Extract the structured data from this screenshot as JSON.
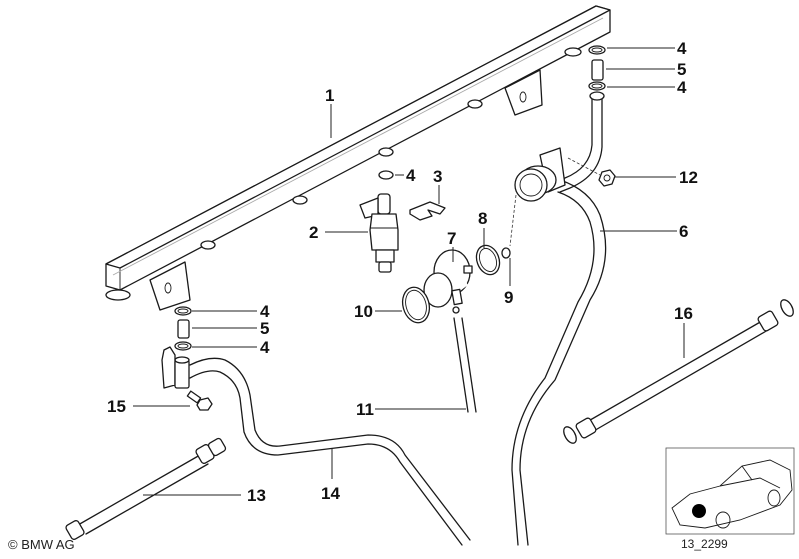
{
  "diagram": {
    "title": "Fuel rail / injector parts diagram",
    "callouts": [
      {
        "id": "c1",
        "label": "1",
        "part": "fuel rail"
      },
      {
        "id": "c2",
        "label": "2",
        "part": "fuel injector"
      },
      {
        "id": "c3",
        "label": "3",
        "part": "retaining clip"
      },
      {
        "id": "c4a",
        "label": "4",
        "part": "o-ring (injector)"
      },
      {
        "id": "c4b",
        "label": "4",
        "part": "o-ring upper right"
      },
      {
        "id": "c5a",
        "label": "5",
        "part": "sleeve upper right"
      },
      {
        "id": "c4c",
        "label": "4",
        "part": "o-ring upper right lower"
      },
      {
        "id": "c4d",
        "label": "4",
        "part": "o-ring lower left"
      },
      {
        "id": "c5b",
        "label": "5",
        "part": "sleeve lower left"
      },
      {
        "id": "c4e",
        "label": "4",
        "part": "o-ring lower left lower"
      },
      {
        "id": "c6",
        "label": "6",
        "part": "fuel return line"
      },
      {
        "id": "c7",
        "label": "7",
        "part": "pressure regulator"
      },
      {
        "id": "c8",
        "label": "8",
        "part": "o-ring large"
      },
      {
        "id": "c9",
        "label": "9",
        "part": "o-ring small"
      },
      {
        "id": "c10",
        "label": "10",
        "part": "clamp ring"
      },
      {
        "id": "c11",
        "label": "11",
        "part": "vacuum hose"
      },
      {
        "id": "c12",
        "label": "12",
        "part": "hex nut"
      },
      {
        "id": "c13",
        "label": "13",
        "part": "fuel hose left"
      },
      {
        "id": "c14",
        "label": "14",
        "part": "fuel feed line"
      },
      {
        "id": "c15",
        "label": "15",
        "part": "bolt"
      },
      {
        "id": "c16",
        "label": "16",
        "part": "fuel hose right"
      }
    ]
  },
  "footer": {
    "copyright": "© BMW AG",
    "reference": "13_2299"
  }
}
